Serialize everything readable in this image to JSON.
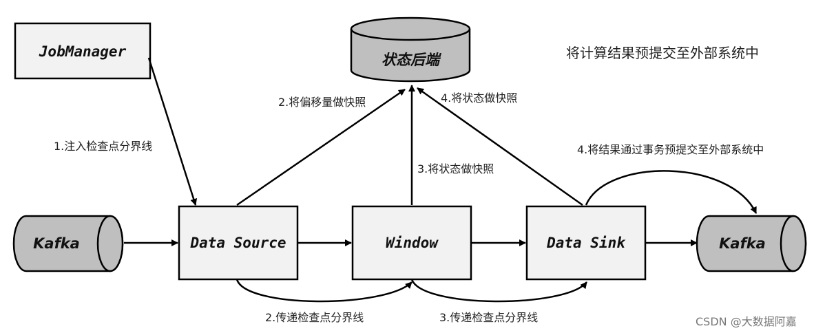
{
  "nodes": {
    "jobmanager": "JobManager",
    "state_backend": "状态后端",
    "kafka_in": "Kafka",
    "data_source": "Data Source",
    "window": "Window",
    "data_sink": "Data Sink",
    "kafka_out": "Kafka"
  },
  "edges": {
    "inject_barrier": "1.注入检查点分界线",
    "snapshot_offset": "2.将偏移量做快照",
    "snapshot_state_window": "3.将状态做快照",
    "snapshot_state_sink": "4.将状态做快照",
    "pass_barrier_1": "2.传递检查点分界线",
    "pass_barrier_2": "3.传递检查点分界线",
    "commit_txn": "4.将结果通过事务预提交至外部系统中"
  },
  "note": "将计算结果预提交至外部系统中",
  "watermark": "CSDN @大数据阿嘉",
  "colors": {
    "box_fill": "#f2f2f2",
    "cylinder_fill": "#bfbfbf",
    "stroke": "#000000"
  }
}
